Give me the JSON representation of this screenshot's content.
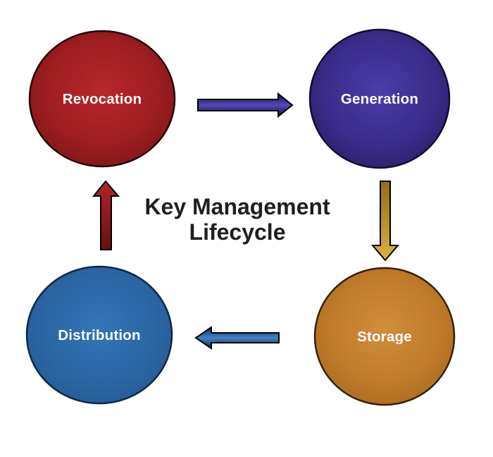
{
  "diagram": {
    "title_line1": "Key Management",
    "title_line2": "Lifecycle",
    "title_color": "#1f1f1f",
    "background_color": "#ffffff",
    "node_label_color": "#ffffff",
    "nodes": [
      {
        "id": "revocation",
        "label": "Revocation",
        "color_center": "#b8272b",
        "color_mid": "#9e1e21",
        "color_edge": "#7c1517",
        "border_color": "#250505"
      },
      {
        "id": "generation",
        "label": "Generation",
        "color_center": "#4c3daa",
        "color_mid": "#3a2c8a",
        "color_edge": "#2a2067",
        "border_color": "#110c31"
      },
      {
        "id": "storage",
        "label": "Storage",
        "color_center": "#d18e3b",
        "color_mid": "#bf7b29",
        "color_edge": "#a86b20",
        "border_color": "#342109"
      },
      {
        "id": "distribution",
        "label": "Distribution",
        "color_center": "#3374b9",
        "color_mid": "#2c66a5",
        "color_edge": "#255a91",
        "border_color": "#0e2845"
      }
    ],
    "arrows": [
      {
        "id": "revocation-to-generation",
        "direction": "right",
        "color_edge": "#17113f",
        "color_mid": "#5348b8",
        "outline": "#000000"
      },
      {
        "id": "generation-to-storage",
        "direction": "down",
        "color_start": "#8f6f1a",
        "color_end": "#ddb042",
        "outline": "#000000"
      },
      {
        "id": "storage-to-distribution",
        "direction": "left",
        "color_edge": "#0e2d50",
        "color_mid": "#4283c9",
        "outline": "#000000"
      },
      {
        "id": "distribution-to-revocation",
        "direction": "up",
        "color_start": "#b1262a",
        "color_end": "#641011",
        "outline": "#000000"
      }
    ]
  }
}
